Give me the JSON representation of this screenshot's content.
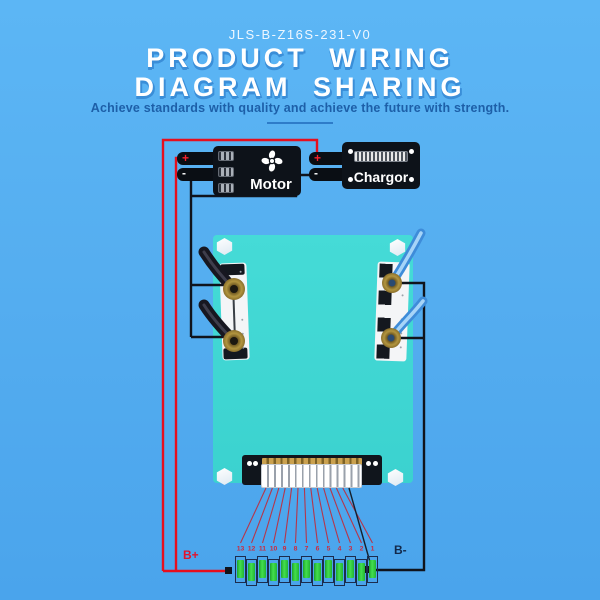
{
  "header": {
    "model": "JLS-B-Z16S-231-V0",
    "title_line1": "PRODUCT WIRING",
    "title_line2": "DIAGRAM SHARING",
    "subtitle": "Achieve standards with quality and achieve the future with strength."
  },
  "components": {
    "motor": {
      "label": "Motor",
      "plus_symbol": "+",
      "minus_symbol": "-"
    },
    "chargor": {
      "label": "Chargor",
      "plus_symbol": "+",
      "minus_symbol": "-"
    }
  },
  "battery": {
    "b_plus_label": "B+",
    "b_minus_label": "B-",
    "cell_numbers": [
      "13",
      "12",
      "11",
      "10",
      "9",
      "8",
      "7",
      "6",
      "5",
      "4",
      "3",
      "2",
      "1"
    ]
  },
  "colors": {
    "background": "#55aef0",
    "title_shadow": "#3a8ed8",
    "subtitle_blue": "#1d5fa8",
    "board_teal": "#3fd7d3",
    "component_black": "#0d1219",
    "wire_red": "#e60f1e",
    "wire_black": "#10141c",
    "sense_wire_red": "#b5364b",
    "cell_green": "#2ec437",
    "number_red": "#cc2b3d",
    "b_minus_navy": "#13294a"
  }
}
